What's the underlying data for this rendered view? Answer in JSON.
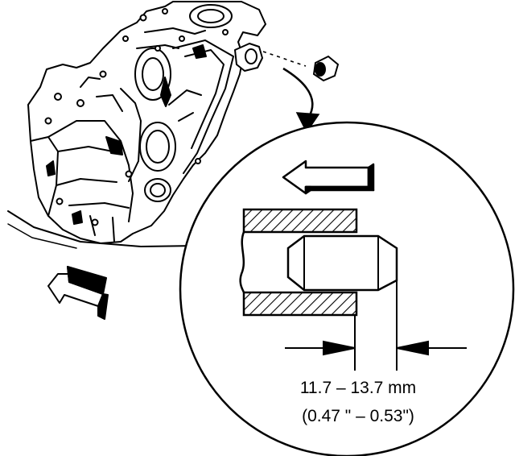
{
  "diagram": {
    "dimension_primary": "11.7 – 13.7 mm",
    "dimension_secondary": "(0.47 \" – 0.53\")",
    "colors": {
      "ink": "#000000",
      "paper": "#ffffff"
    },
    "icons": [
      "engine-block-illustration",
      "plug-part",
      "curved-arrow-icon",
      "direction-arrow-icon",
      "detail-circle",
      "dimension-arrow-icon"
    ]
  }
}
